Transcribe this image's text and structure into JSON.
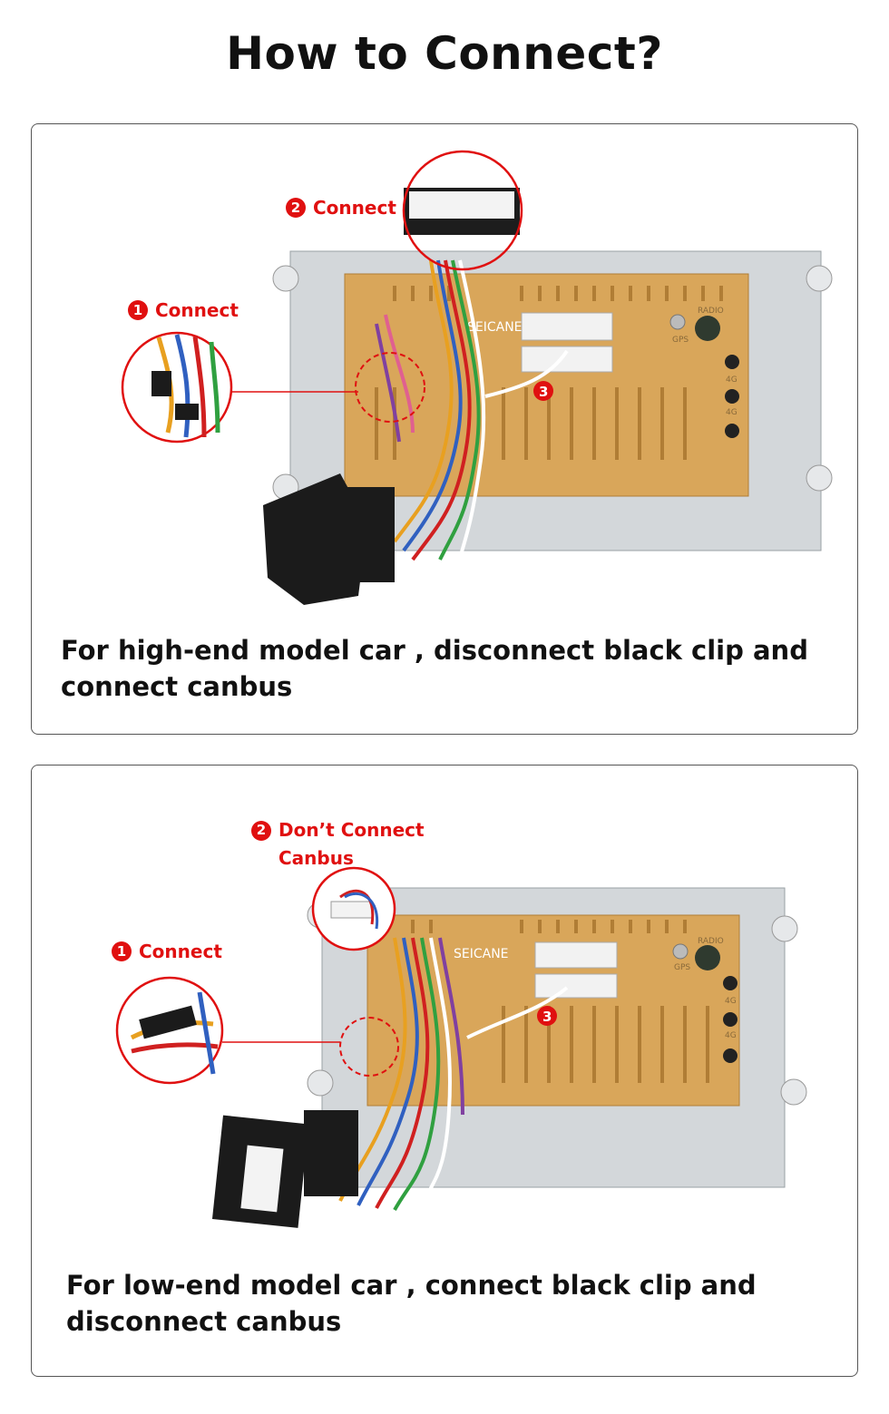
{
  "page": {
    "title": "How to Connect?"
  },
  "panel1": {
    "caption": "For high-end model car , disconnect black clip and connect canbus",
    "label1": {
      "number": "1",
      "text": "Connect"
    },
    "label2": {
      "number": "2",
      "text": "Connect"
    },
    "label3": {
      "number": "3"
    },
    "unit_brand": "SEICANE",
    "port_labels": [
      "RADIO",
      "GPS",
      "4G",
      "4G"
    ]
  },
  "panel2": {
    "caption": "For low-end model car , connect black clip and disconnect canbus",
    "label1": {
      "number": "1",
      "text": "Connect"
    },
    "label2": {
      "number": "2",
      "line1": "Don’t Connect",
      "line2": "Canbus"
    },
    "label3": {
      "number": "3"
    },
    "unit_brand": "SEICANE",
    "port_labels": [
      "RADIO",
      "GPS",
      "4G",
      "4G"
    ]
  },
  "colors": {
    "accent": "#e01010",
    "casing": "#d9a65a",
    "frame": "#cfd3d6",
    "text": "#111111"
  }
}
